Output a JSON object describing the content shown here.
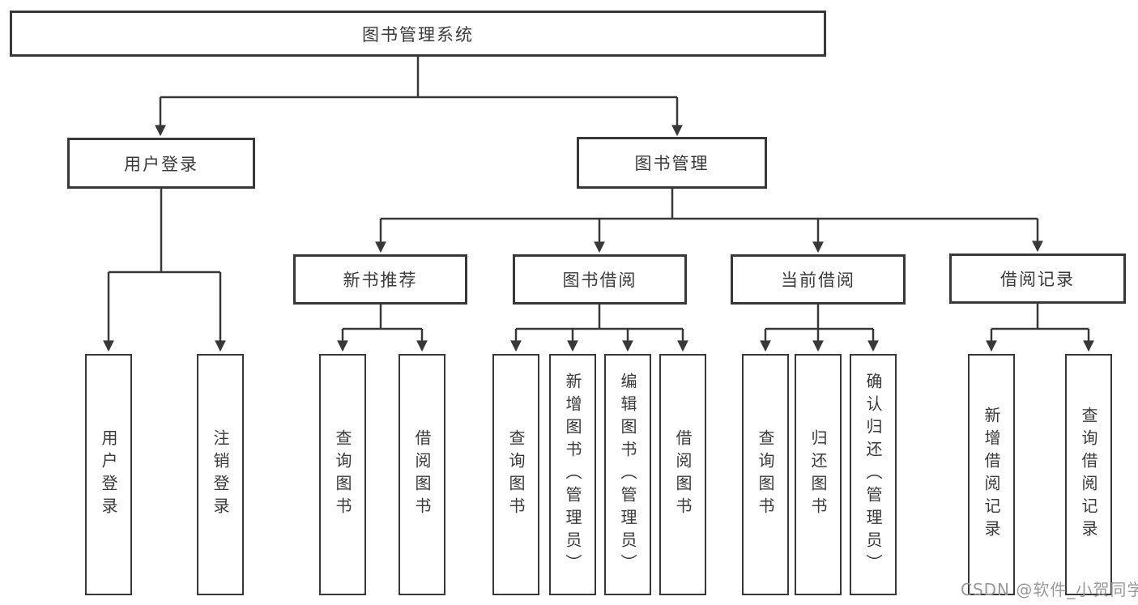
{
  "colors": {
    "line": "#383838",
    "box_border": "#383838",
    "box_background": "#ffffff",
    "text": "#3a3a3a",
    "watermark": "#999999"
  },
  "tree": {
    "root": "图书管理系统",
    "level2": {
      "user": "用户登录",
      "book": "图书管理"
    },
    "level3": {
      "new_books": "新书推荐",
      "borrow": "图书借阅",
      "current": "当前借阅",
      "history": "借阅记录"
    },
    "leaves": {
      "user": [
        "用户登录",
        "注销登录"
      ],
      "new_books": [
        "查询图书",
        "借阅图书"
      ],
      "borrow": [
        "查询图书",
        "新增图书（管理员）",
        "编辑图书（管理员）",
        "借阅图书"
      ],
      "current": [
        "查询图书",
        "归还图书",
        "确认归还（管理员）"
      ],
      "history": [
        "新增借阅记录",
        "查询借阅记录"
      ]
    }
  },
  "watermark": "CSDN @软件_小贺同学"
}
